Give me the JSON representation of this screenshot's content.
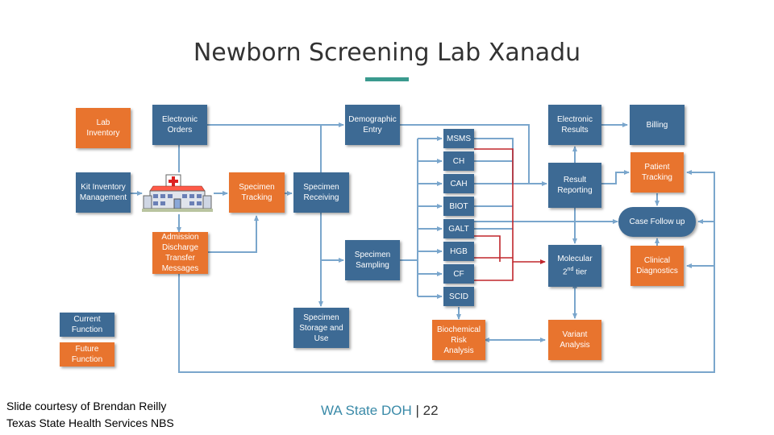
{
  "title": "Newborn Screening Lab Xanadu",
  "colors": {
    "current": "#3d6a94",
    "future": "#e8742e",
    "line": "#7aa6cc",
    "red": "#c0262c",
    "accent": "#3a9a8e"
  },
  "boxes": {
    "lab_inventory": "Lab Inventory",
    "electronic_orders": "Electronic Orders",
    "demographic_entry": "Demographic Entry",
    "electronic_results": "Electronic Results",
    "billing": "Billing",
    "kit_inventory": "Kit Inventory Management",
    "specimen_tracking": "Specimen Tracking",
    "specimen_receiving": "Specimen Receiving",
    "result_reporting": "Result Reporting",
    "patient_tracking": "Patient Tracking",
    "case_follow_up": "Case Follow up",
    "adt_messages": "Admission Discharge Transfer Messages",
    "specimen_sampling": "Specimen Sampling",
    "molecular_main": "Molecular",
    "molecular_tier_num": "2",
    "molecular_tier_sup": "nd",
    "molecular_tier_word": " tier",
    "clinical_diagnostics": "Clinical Diagnostics",
    "specimen_storage": "Specimen Storage and Use",
    "biochemical_risk": "Biochemical Risk Analysis",
    "variant_analysis": "Variant Analysis"
  },
  "tests": [
    "MSMS",
    "CH",
    "CAH",
    "BIOT",
    "GALT",
    "HGB",
    "CF",
    "SCID"
  ],
  "legend": {
    "current": "Current Function",
    "future": "Future Function"
  },
  "footer": {
    "credit_line1": "Slide courtesy of Brendan Reilly",
    "credit_line2": "Texas State Health Services NBS",
    "org": "WA State DOH",
    "separator": " | ",
    "page": "22"
  }
}
